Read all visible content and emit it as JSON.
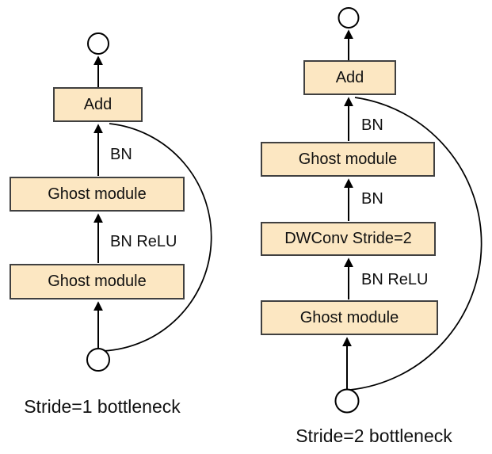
{
  "colors": {
    "box_fill": "#FCE7C2",
    "box_border": "#404040",
    "wire": "#000000",
    "text": "#111111",
    "background": "#FFFFFF"
  },
  "left_diagram": {
    "caption": "Stride=1 bottleneck",
    "boxes": [
      {
        "label": "Add"
      },
      {
        "label": "Ghost module"
      },
      {
        "label": "Ghost module"
      }
    ],
    "edge_labels": [
      {
        "text": "BN"
      },
      {
        "text": "BN ReLU"
      }
    ]
  },
  "right_diagram": {
    "caption": "Stride=2 bottleneck",
    "boxes": [
      {
        "label": "Add"
      },
      {
        "label": "Ghost module"
      },
      {
        "label": "DWConv Stride=2"
      },
      {
        "label": "Ghost module"
      }
    ],
    "edge_labels": [
      {
        "text": "BN"
      },
      {
        "text": "BN"
      },
      {
        "text": "BN ReLU"
      }
    ]
  }
}
